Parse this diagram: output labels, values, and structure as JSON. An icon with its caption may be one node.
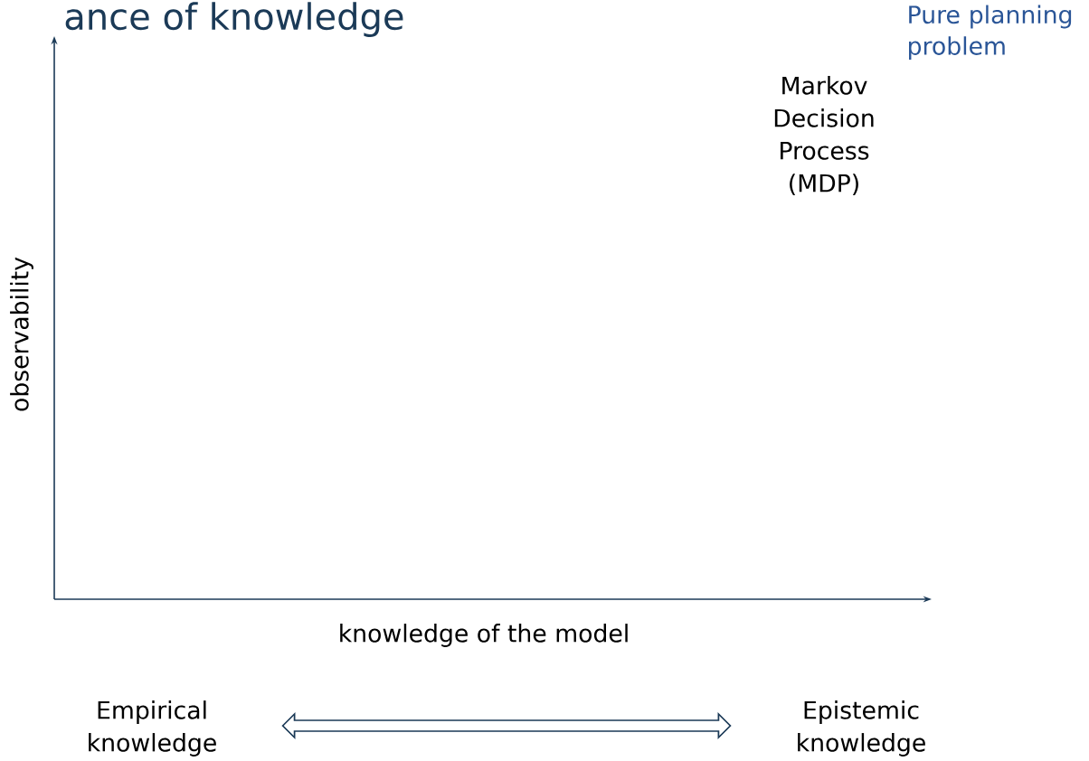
{
  "diagram": {
    "title": "ance of knowledge",
    "nodes": [
      {
        "text": [
          "Empirical knowledge"
        ]
      },
      {
        "text": [
          "Epistemic knowledge"
        ]
      }
    ],
    "edges": [
      {
        "from": 0,
        "to": 1,
        "arrow": "both"
      }
    ],
    "labels": [
      "Pure planning problem",
      "Markov Decision Process (MDP)",
      "observability",
      "knowledge of the model"
    ]
  }
}
